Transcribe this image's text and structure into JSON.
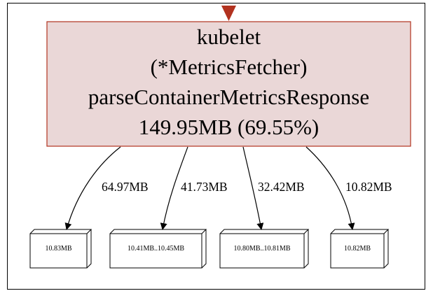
{
  "colors": {
    "node_fill": "#ead7d7",
    "node_stroke": "#b2321f",
    "incoming_arrow": "#b2321f",
    "edge": "#000000"
  },
  "main_node": {
    "lines": [
      "kubelet",
      "(*MetricsFetcher)",
      "parseContainerMetricsResponse",
      "149.95MB (69.55%)"
    ]
  },
  "edges": [
    {
      "label": "64.97MB"
    },
    {
      "label": "41.73MB"
    },
    {
      "label": "32.42MB"
    },
    {
      "label": "10.82MB"
    }
  ],
  "leaf_nodes": [
    {
      "label": "10.83MB"
    },
    {
      "label": "10.41MB..10.45MB"
    },
    {
      "label": "10.80MB..10.81MB"
    },
    {
      "label": "10.82MB"
    }
  ]
}
